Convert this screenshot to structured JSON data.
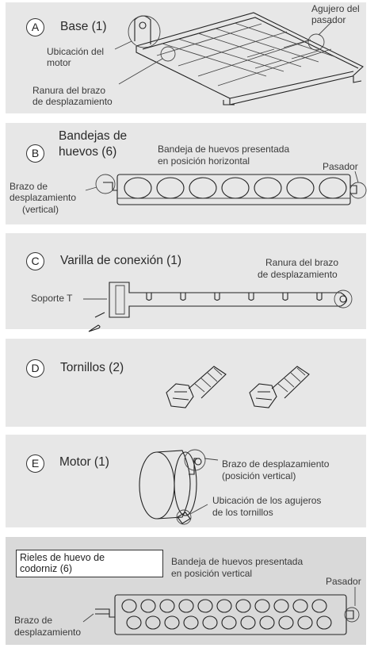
{
  "sections": {
    "base": {
      "letter": "A",
      "title": "Base (1)",
      "motor_label_1": "Ubicación del",
      "motor_label_2": "motor",
      "pin_hole_1": "Agujero del",
      "pin_hole_2": "pasador",
      "slot_1": "Ranura del brazo",
      "slot_2": "de desplazamiento"
    },
    "trays": {
      "letter": "B",
      "title_1": "Bandejas de",
      "title_2": "huevos (6)",
      "note_1": "Bandeja de huevos presentada",
      "note_2": "en posición horizontal",
      "pin": "Pasador",
      "arm_1": "Brazo de",
      "arm_2": "desplazamiento",
      "arm_3": "(vertical)"
    },
    "rod": {
      "letter": "C",
      "title": "Varilla de conexión (1)",
      "slot_1": "Ranura del brazo",
      "slot_2": "de desplazamiento",
      "tbracket": "Soporte T"
    },
    "screws": {
      "letter": "D",
      "title": "Tornillos (2)"
    },
    "motor": {
      "letter": "E",
      "title": "Motor (1)",
      "arm_1": "Brazo de desplazamiento",
      "arm_2": "(posición vertical)",
      "holes_1": "Ubicación de los agujeros",
      "holes_2": "de los tornillos"
    },
    "quail": {
      "box_1": "Rieles de huevo de",
      "box_2": "codorniz (6)",
      "note_1": "Bandeja de huevos presentada",
      "note_2": "en posición vertical",
      "pin": "Pasador",
      "arm_1": "Brazo de",
      "arm_2": "desplazamiento"
    }
  }
}
